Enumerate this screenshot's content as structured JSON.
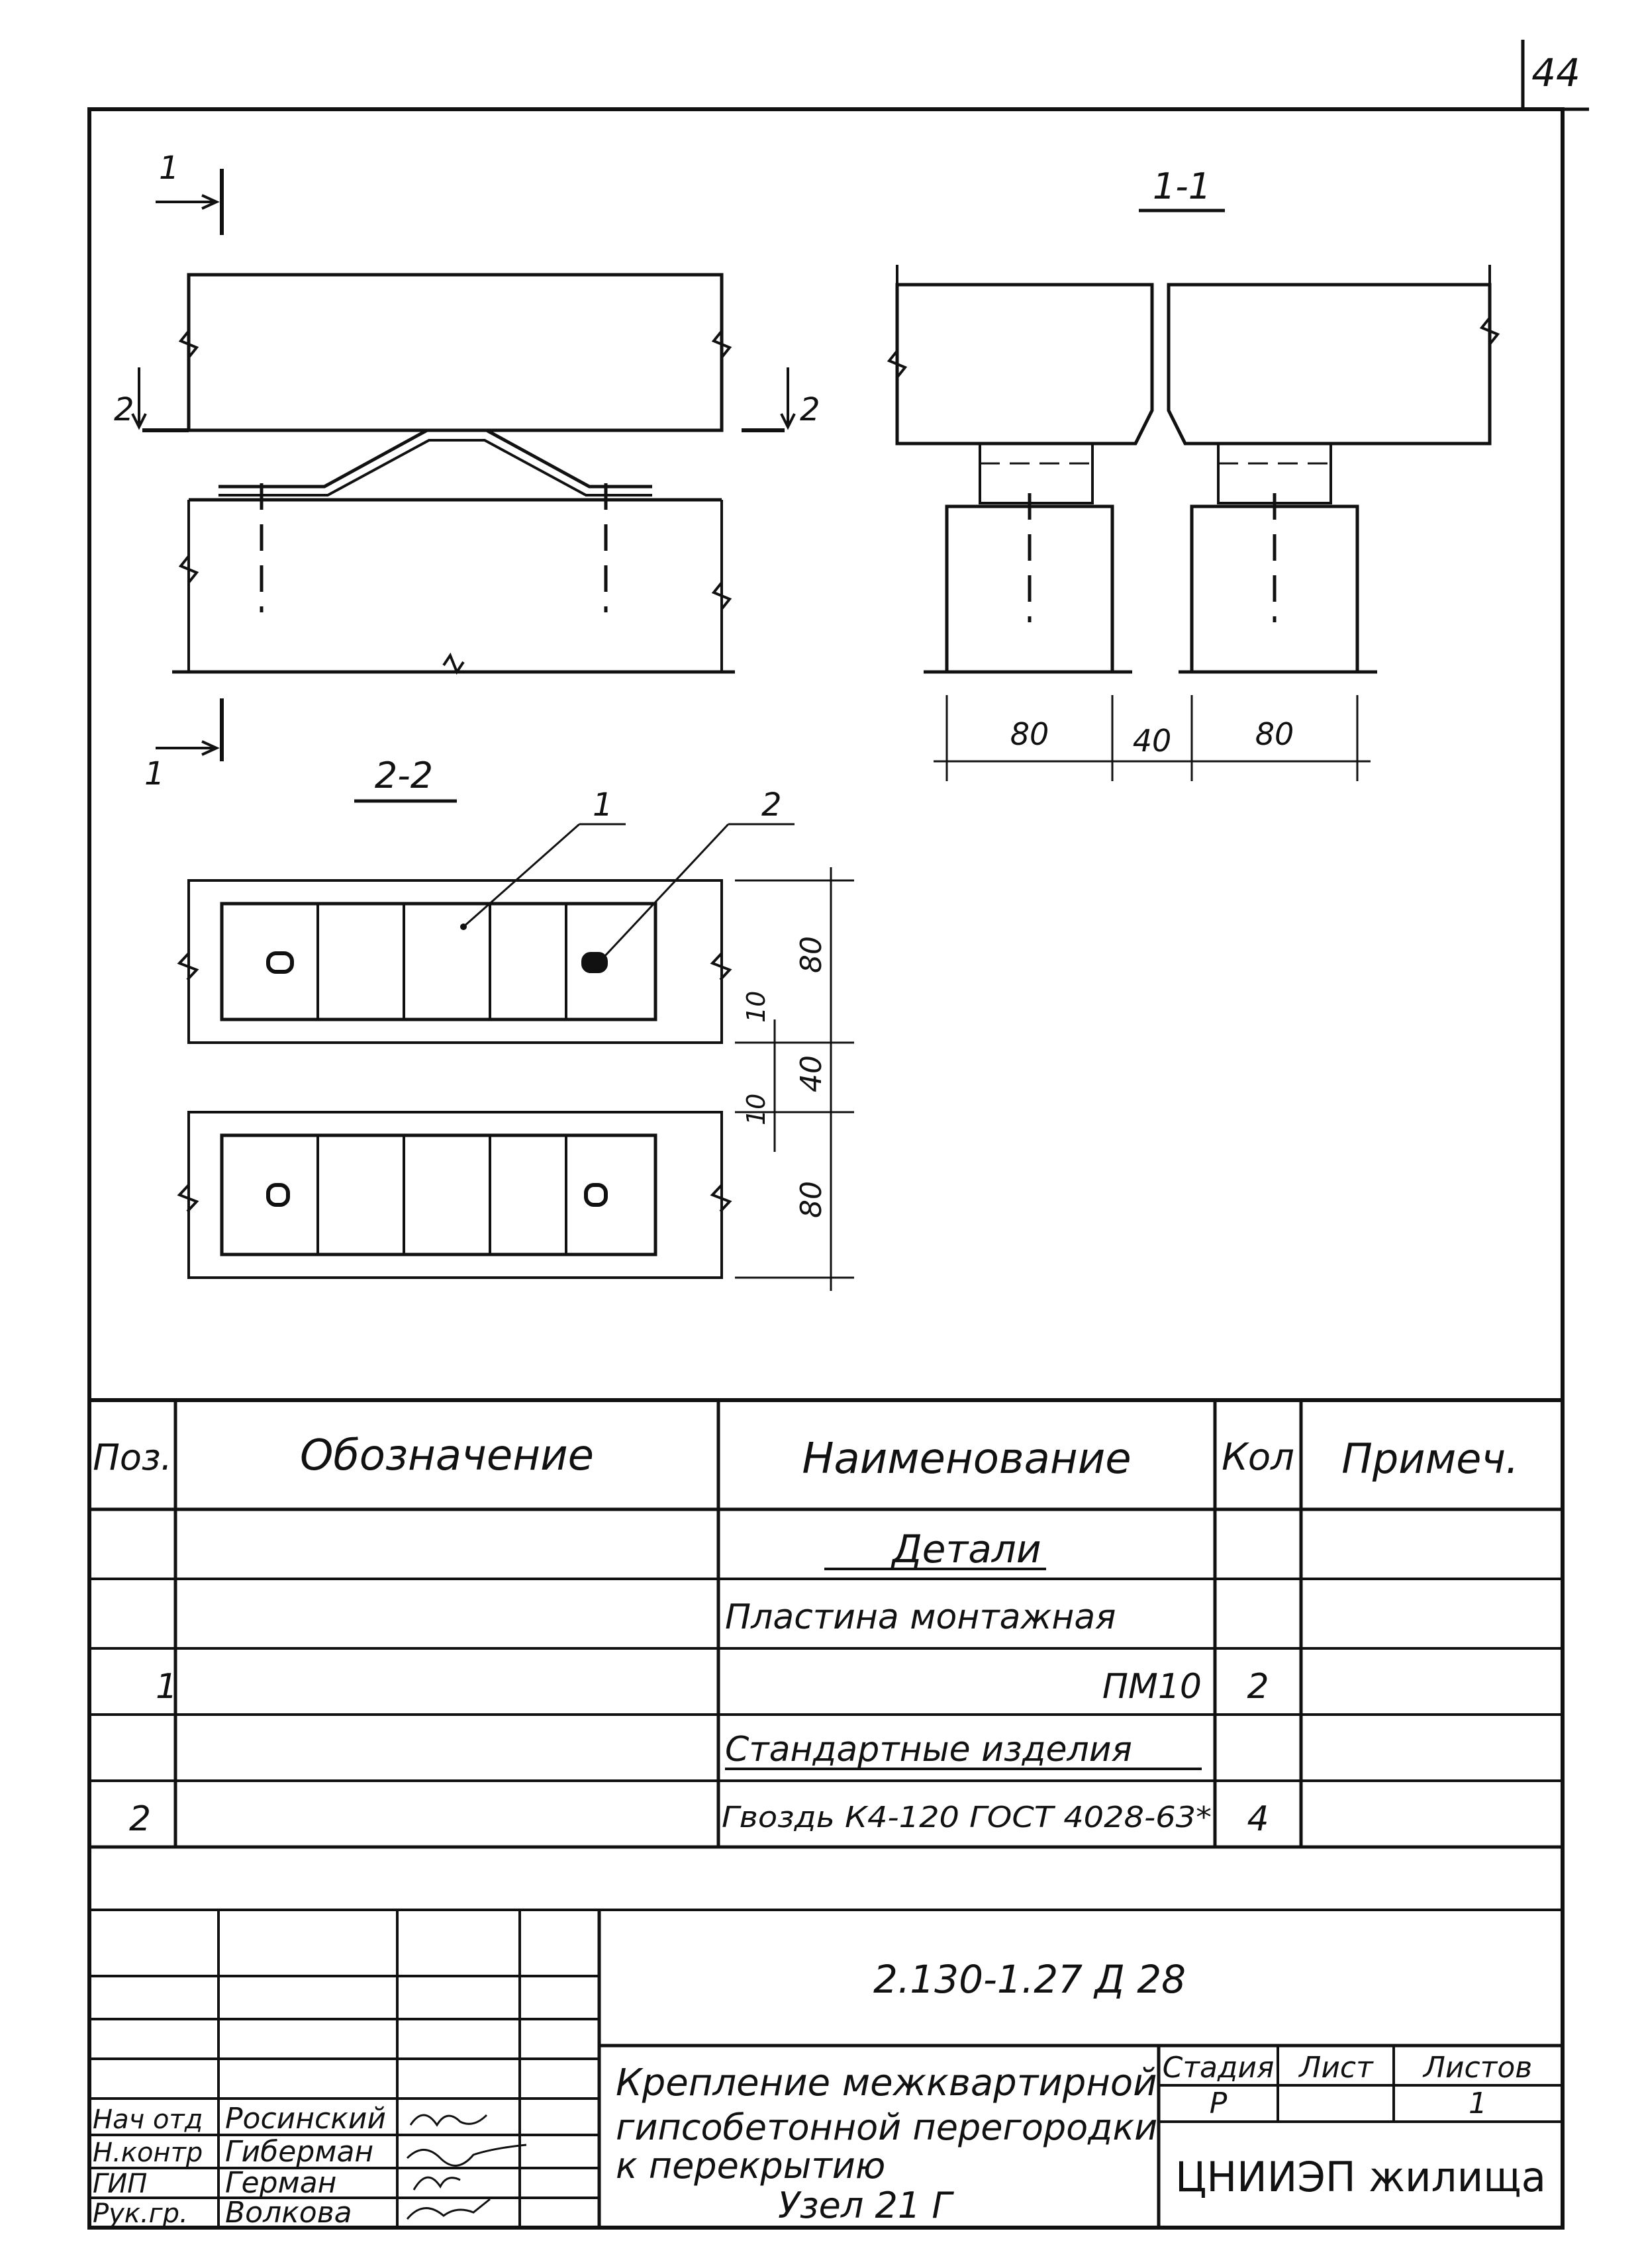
{
  "page_number": "44",
  "drawing": {
    "section_marks": {
      "left_top": "1",
      "left_bottom": "1",
      "left_mid": "2",
      "right_mid": "2"
    },
    "view_1_1_title": "1-1",
    "view_2_2_title": "2-2",
    "dim_1_1": [
      "80",
      "40",
      "80"
    ],
    "dim_2_2": [
      "80",
      "10",
      "40",
      "10",
      "80"
    ],
    "leaders": [
      "1",
      "2"
    ]
  },
  "spec_table": {
    "headers": {
      "pos": "Поз.",
      "designation": "Обозначение",
      "name": "Наименование",
      "qty": "Кол",
      "note": "Примеч."
    },
    "rows": [
      {
        "pos": "",
        "name": "Детали",
        "qty": "",
        "section": true
      },
      {
        "pos": "",
        "name": "Пластина монтажная",
        "qty": ""
      },
      {
        "pos": "1",
        "name": "ПМ10",
        "qty": "2"
      },
      {
        "pos": "",
        "name": "Стандартные изделия",
        "qty": "",
        "section": true
      },
      {
        "pos": "2",
        "name": "Гвоздь К4-120 ГОСТ 4028-63*",
        "qty": "4"
      }
    ]
  },
  "title_block": {
    "code": "2.130-1.27 Д 28",
    "title_lines": [
      "Крепление межквартирной",
      "гипсобетонной перегородки",
      "к перекрытию",
      "Узел 21 Г"
    ],
    "stage_header": "Стадия",
    "sheet_header": "Лист",
    "sheets_header": "Листов",
    "stage": "Р",
    "sheet": "",
    "sheets": "1",
    "organization": "ЦНИИЭП жилища",
    "people": [
      {
        "role": "Нач отд",
        "name": "Росинский"
      },
      {
        "role": "Н.контр",
        "name": "Гиберман"
      },
      {
        "role": "ГИП",
        "name": "Герман"
      },
      {
        "role": "Рук.гр.",
        "name": "Волкова"
      }
    ]
  }
}
